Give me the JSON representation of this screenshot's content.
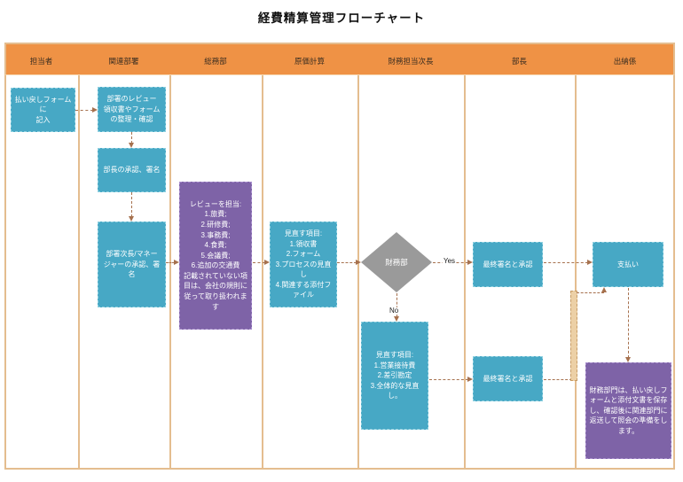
{
  "title": "経費精算管理フローチャート",
  "lanes": [
    {
      "label": "担当者"
    },
    {
      "label": "関連部署"
    },
    {
      "label": "総務部"
    },
    {
      "label": "原価計算"
    },
    {
      "label": "財務担当次長"
    },
    {
      "label": "部長"
    },
    {
      "label": "出納係"
    }
  ],
  "nodes": {
    "fill_form": {
      "label": "払い戻しフォームに\n記入"
    },
    "dept_review": {
      "label": "部署のレビュー\n領収書やフォーム\nの整理・確認"
    },
    "manager_sign": {
      "label": "部長の承認、署名"
    },
    "deputy_sign": {
      "label": "部署次長/マネー\nジャーの承認、署\n名"
    },
    "admin_review": {
      "label": "レビューを担当:\n1.旅費;\n2.研修費;\n3.事務費;\n4.食費;\n5.会議費;\n6.追加の交通費\n記載されていない項目は、会社の規則に従って取り扱われます"
    },
    "cost_review": {
      "label": "見直す項目:\n1.領収書\n2.フォーム\n3.プロセスの見直し\n4.関連する添付ファイル"
    },
    "finance_decision": {
      "label": "財務部"
    },
    "final_sign_top": {
      "label": "最終署名と承認"
    },
    "payment": {
      "label": "支払い"
    },
    "finance_review": {
      "label": "見直す項目:\n1.営業接待費\n2.差引勘定\n3.全体的な見直し。"
    },
    "final_sign_bottom": {
      "label": "最終署名と承認"
    },
    "archive_note": {
      "label": "財務部門は、払い戻しフォームと添付文書を保存し、確認後に関連部門に返送して照会の準備をします。"
    }
  },
  "edge_labels": {
    "yes": "Yes",
    "no": "No"
  },
  "colors": {
    "header_orange": "#ef9245",
    "process_teal": "#47a8c5",
    "note_purple": "#7e63a7",
    "decision_gray": "#9a9a9a",
    "connector_brown": "#a6714e",
    "lane_border_tan": "#e4bd8f"
  }
}
